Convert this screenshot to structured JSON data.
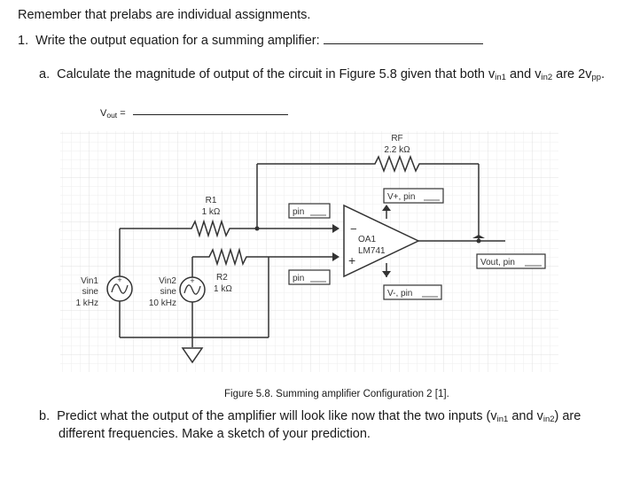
{
  "intro": "Remember that prelabs are individual assignments.",
  "q1": {
    "number": "1.",
    "text": "Write the output equation for a summing amplifier:"
  },
  "qa": {
    "letter": "a.",
    "text_before": "Calculate the magnitude of output of the circuit in Figure 5.8 given that both v",
    "sub1": "in1",
    "text_mid": " and v",
    "sub2": "in2",
    "text_after": " are 2v",
    "sub_pp": "pp",
    "text_end": "."
  },
  "vout_label": {
    "main": "V",
    "sub": "out",
    "eq": " ="
  },
  "circuit": {
    "rf_name": "RF",
    "rf_value": "2.2 kΩ",
    "r1_name": "R1",
    "r1_value": "1 kΩ",
    "r2_name": "R2",
    "r2_value": "1 kΩ",
    "vin1_name": "Vin1",
    "vin1_type": "sine",
    "vin1_freq": "1 kHz",
    "vin2_name": "Vin2",
    "vin2_type": "sine",
    "vin2_freq": "10 kHz",
    "opamp_name": "OA1",
    "opamp_model": "LM741",
    "pin_top": "pin",
    "pin_bottom": "pin",
    "vplus_pin": "V+, pin",
    "vminus_pin": "V-, pin",
    "vout_pin": "Vout, pin",
    "minus_sign": "−",
    "plus_sign": "+"
  },
  "caption": "Figure 5.8. Summing amplifier Configuration 2 [1].",
  "qb": {
    "letter": "b.",
    "line1_before": "Predict what the output of the amplifier will look like now that the two inputs (v",
    "sub1": "in1",
    "line1_mid": " and v",
    "sub2": "in2",
    "line1_after": ") are",
    "line2": "different frequencies. Make a sketch of your prediction."
  }
}
